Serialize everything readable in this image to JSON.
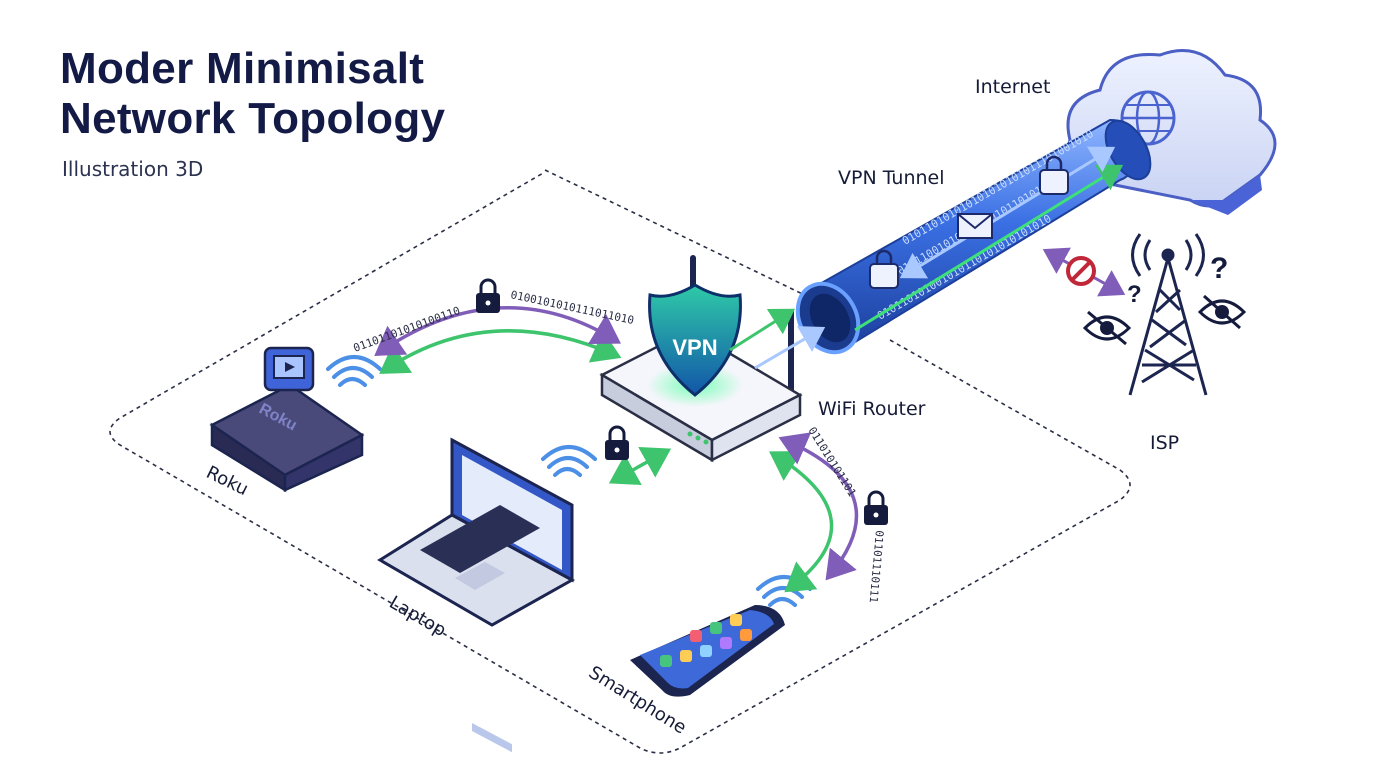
{
  "header": {
    "title_line1": "Moder Minimisalt",
    "title_line2": "Network Topology",
    "subtitle": "Illustration 3D"
  },
  "nodes": {
    "internet": "Internet",
    "vpn_tunnel": "VPN Tunnel",
    "wifi_router": "WiFi Router",
    "isp": "ISP",
    "roku": "Roku",
    "laptop": "Laptop",
    "smartphone": "Smartphone"
  },
  "device_text": {
    "roku_brand": "Roku",
    "router_shield": "VPN"
  },
  "binary": {
    "roku_link_a": "01101101010100110",
    "roku_link_b": "0100101010111011010",
    "phone_link_a": "011010101101",
    "phone_link_b": "01101110111",
    "tunnel_top": "010110101010101010101011101001010",
    "tunnel_mid": "0101100101010101010110101010",
    "tunnel_bottom": "010110101001010110101010101010"
  },
  "colors": {
    "navy": "#121a45",
    "tunnel_blue": "#2f64e0",
    "green_arrow": "#3ec46d",
    "purple_arrow": "#7f5db8",
    "shield_teal": "#1f9e8f",
    "block_red": "#c0283a"
  }
}
